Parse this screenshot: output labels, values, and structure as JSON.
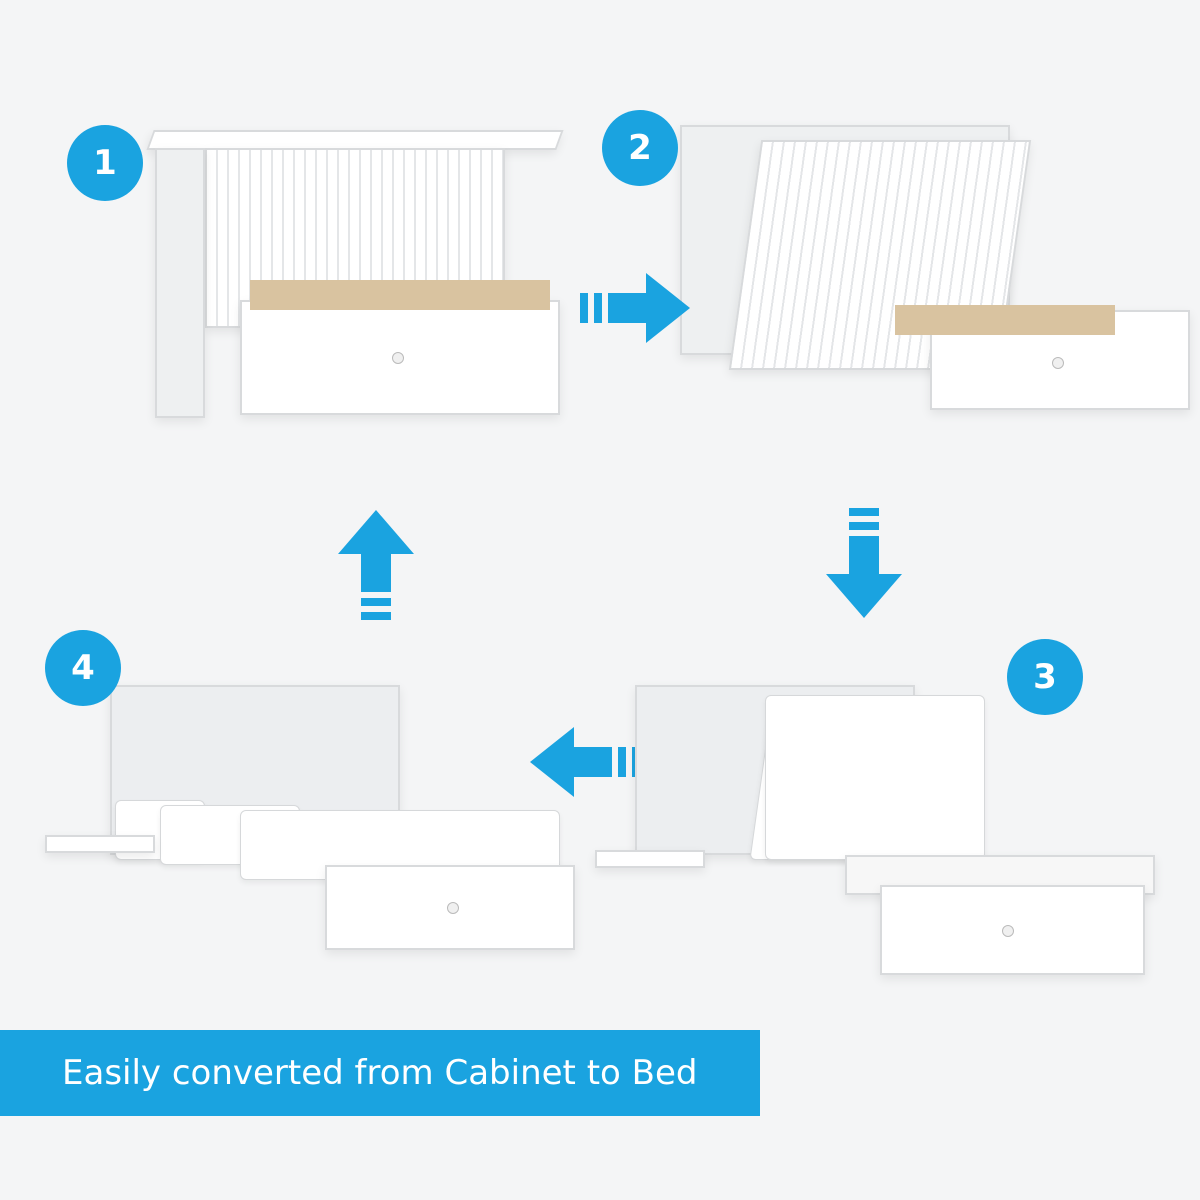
{
  "steps": [
    {
      "number": "1"
    },
    {
      "number": "2"
    },
    {
      "number": "3"
    },
    {
      "number": "4"
    }
  ],
  "banner": {
    "text": "Easily converted from Cabinet to Bed"
  },
  "colors": {
    "accent": "#1aa3e0",
    "background": "#f4f5f6"
  },
  "icons": {
    "arrow_right": "arrow-right-icon",
    "arrow_down": "arrow-down-icon",
    "arrow_left": "arrow-left-icon",
    "arrow_up": "arrow-up-icon"
  }
}
